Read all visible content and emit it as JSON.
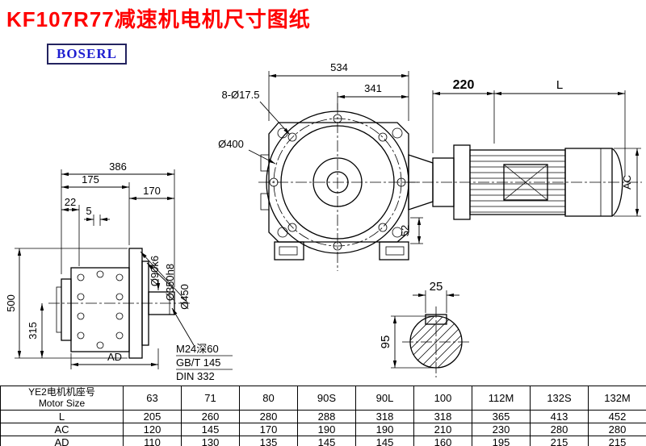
{
  "page": {
    "title": "KF107R77减速机电机尺寸图纸",
    "brand": "BOSERL"
  },
  "drawing": {
    "top_view": {
      "dim_534": "534",
      "dim_341": "341",
      "dim_holes": "8-Ø17.5",
      "dim_flange": "Ø400",
      "dim_52": "52"
    },
    "motor_view": {
      "dim_220": "220",
      "dim_L": "L",
      "dim_AC": "AC"
    },
    "side_view": {
      "dim_175": "175",
      "dim_386": "386",
      "dim_170": "170",
      "dim_22": "22",
      "dim_5": "5",
      "dim_500": "500",
      "dim_315": "315",
      "dim_shaft": "Ø90k6",
      "dim_spigot": "Ø350h8",
      "dim_450": "Ø450",
      "dim_AD": "AD",
      "note_thread": "M24深60",
      "note_gb": "GB/T 145",
      "note_din": "DIN 332"
    },
    "shaft_section": {
      "dim_25": "25",
      "dim_95": "95"
    }
  },
  "table": {
    "row_header_cn": "YE2电机机座号",
    "row_header_en": "Motor Size",
    "sizes": [
      "63",
      "71",
      "80",
      "90S",
      "90L",
      "100",
      "112M",
      "132S",
      "132M"
    ],
    "rows": [
      {
        "label": "L",
        "values": [
          "205",
          "260",
          "280",
          "288",
          "318",
          "318",
          "365",
          "413",
          "452"
        ]
      },
      {
        "label": "AC",
        "values": [
          "120",
          "145",
          "170",
          "190",
          "190",
          "210",
          "230",
          "280",
          "280"
        ]
      },
      {
        "label": "AD",
        "values": [
          "110",
          "130",
          "135",
          "145",
          "145",
          "160",
          "195",
          "215",
          "215"
        ]
      }
    ]
  }
}
